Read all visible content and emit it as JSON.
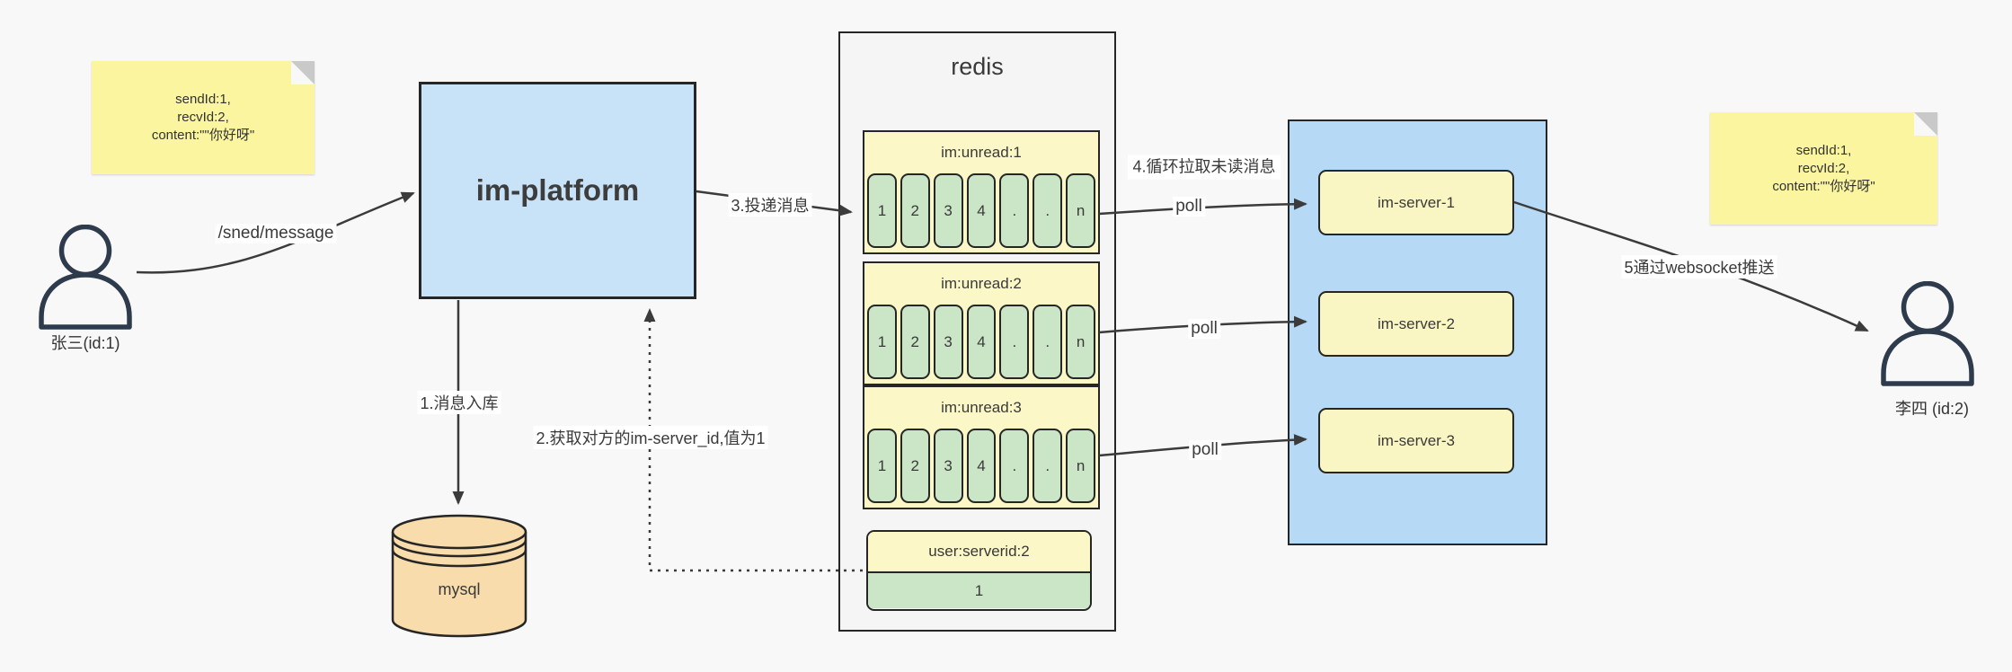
{
  "diagram": {
    "notes": {
      "left": {
        "line1": "sendId:1,",
        "line2": "recvId:2,",
        "line3": "content:\"\"你好呀\""
      },
      "right": {
        "line1": "sendId:1,",
        "line2": "recvId:2,",
        "line3": "content:\"\"你好呀\""
      }
    },
    "actors": {
      "sender": {
        "name": "张三(id:1)"
      },
      "receiver": {
        "name": "李四 (id:2)"
      }
    },
    "platform": {
      "label": "im-platform"
    },
    "database": {
      "label": "mysql"
    },
    "redis": {
      "title": "redis",
      "queues": [
        {
          "header": "im:unread:1",
          "cells": [
            "1",
            "2",
            "3",
            "4",
            ".",
            ".",
            "n"
          ]
        },
        {
          "header": "im:unread:2",
          "cells": [
            "1",
            "2",
            "3",
            "4",
            ".",
            ".",
            "n"
          ]
        },
        {
          "header": "im:unread:3",
          "cells": [
            "1",
            "2",
            "3",
            "4",
            ".",
            ".",
            "n"
          ]
        }
      ],
      "mapping": {
        "header": "user:serverid:2",
        "value": "1"
      }
    },
    "servers": {
      "items": [
        "im-server-1",
        "im-server-2",
        "im-server-3"
      ]
    },
    "labels": {
      "send_api": "/sned/message",
      "step1": "1.消息入库",
      "step2": "2.获取对方的im-server_id,值为1",
      "step3": "3.投递消息",
      "step4": "4.循环拉取未读消息",
      "step5": "5通过websocket推送",
      "poll": "poll"
    },
    "colors": {
      "background": "#f8f8f8",
      "note_fill": "#fbf5a0",
      "note_fold": "#c9c9c9",
      "platform_fill": "#c8e2f8",
      "server_panel_fill": "#b6daf6",
      "server_fill": "#faf6c3",
      "queue_fill": "#fbf7c6",
      "cell_fill": "#cbe5c7",
      "mysql_fill": "#f8dcab",
      "redis_fill": "#f5f5f5",
      "stroke": "#262626",
      "arrow": "#3b3b3b",
      "person_stroke": "#2e3b4d"
    }
  }
}
